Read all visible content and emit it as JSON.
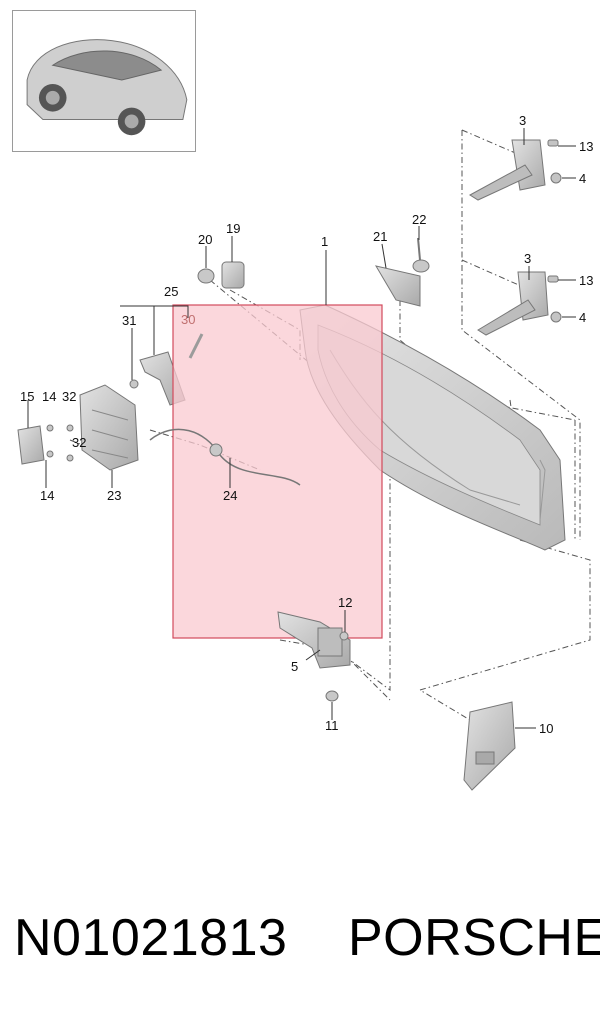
{
  "callouts": {
    "c1": "1",
    "c3a": "3",
    "c3b": "3",
    "c4a": "4",
    "c4b": "4",
    "c5": "5",
    "c10": "10",
    "c11": "11",
    "c12": "12",
    "c13a": "13",
    "c13b": "13",
    "c14a": "14",
    "c14b": "14",
    "c15": "15",
    "c19": "19",
    "c20": "20",
    "c21": "21",
    "c22": "22",
    "c23": "23",
    "c24": "24",
    "c25": "25",
    "c30": "30",
    "c31": "31",
    "c32a": "32",
    "c32b": "32"
  },
  "footer": {
    "part_number": "N01021813",
    "brand": "PORSCHE"
  },
  "colors": {
    "highlight_fill": "#f9c9d0",
    "highlight_stroke": "#d24a5c",
    "part_gray": "#c8c8c8",
    "line": "#444444"
  },
  "icons": {
    "thumbnail": "car-thumbnail-icon"
  }
}
